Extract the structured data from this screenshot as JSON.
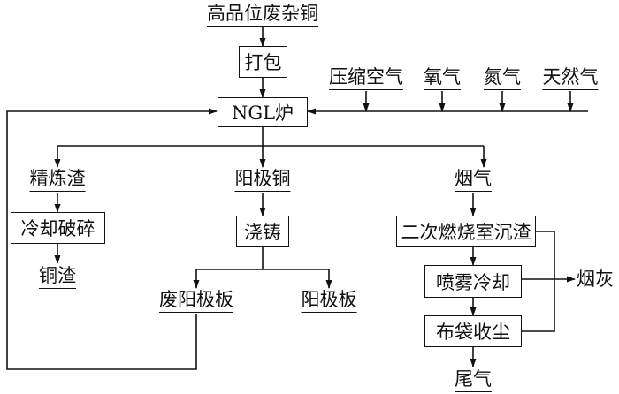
{
  "nodes": {
    "feed": "高品位废杂铜",
    "pack": "打包",
    "furnace": "NGL炉",
    "air": "压缩空气",
    "oxygen": "氧气",
    "nitrogen": "氮气",
    "natgas": "天然气",
    "refining_slag": "精炼渣",
    "anode_copper": "阳极铜",
    "flue_gas": "烟气",
    "cool_crush": "冷却破碎",
    "copper_slag": "铜渣",
    "casting": "浇铸",
    "waste_anode": "废阳极板",
    "anode_plate": "阳极板",
    "secondary_chamber": "二次燃烧室沉渣",
    "spray_cool": "喷雾冷却",
    "bag_dust": "布袋收尘",
    "tail_gas": "尾气",
    "soot": "烟灰"
  },
  "colors": {
    "line": "#111111",
    "background": "#ffffff"
  }
}
